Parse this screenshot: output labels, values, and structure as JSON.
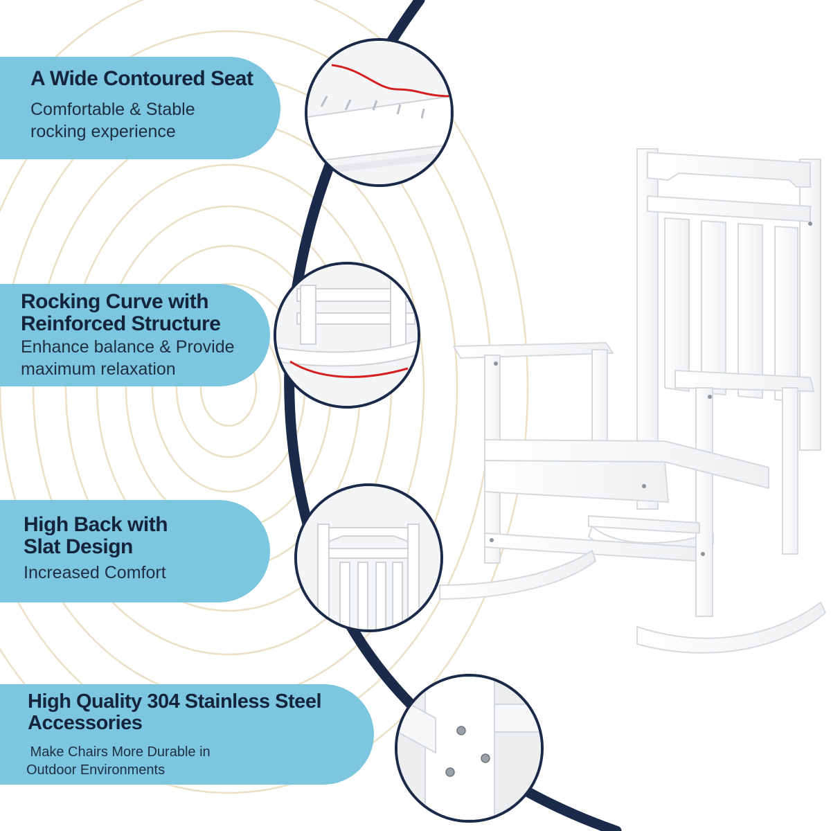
{
  "features": [
    {
      "title_lines": [
        "A Wide Contoured Seat"
      ],
      "desc_lines": [
        "Comfortable & Stable",
        "rocking experience"
      ],
      "detail_icon": "seat-curve-detail"
    },
    {
      "title_lines": [
        "Rocking Curve with",
        "Reinforced Structure"
      ],
      "desc_lines": [
        "Enhance balance & Provide",
        "maximum relaxation"
      ],
      "detail_icon": "rocker-curve-detail"
    },
    {
      "title_lines": [
        "High Back with",
        "Slat Design"
      ],
      "desc_lines": [
        "Increased Comfort"
      ],
      "detail_icon": "slat-back-detail"
    },
    {
      "title_lines": [
        "High Quality 304 Stainless Steel",
        "Accessories"
      ],
      "desc_lines": [
        " Make Chairs More Durable in",
        "Outdoor Environments"
      ],
      "detail_icon": "stainless-screws-detail"
    }
  ],
  "colors": {
    "pill": "#7cc6df",
    "arc": "#1a2a48",
    "title_text": "#14233e",
    "highlight_curve": "#d42020",
    "wood_grain": "#eadfc9"
  }
}
